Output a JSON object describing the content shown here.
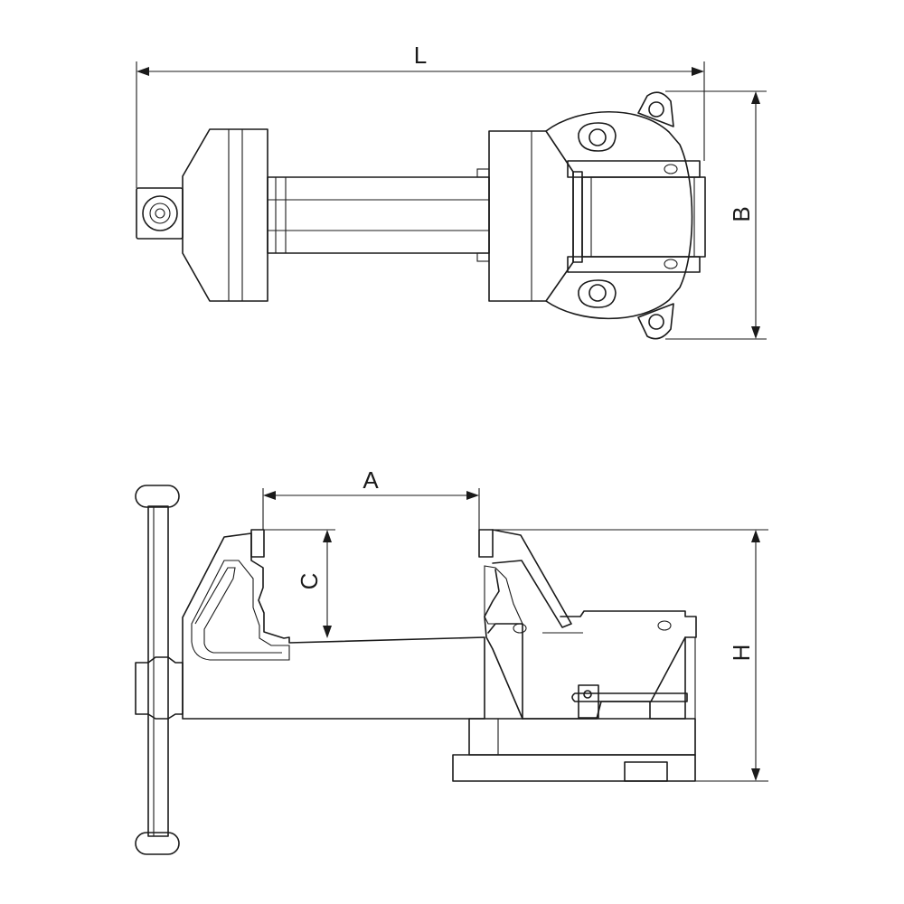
{
  "dimensions": {
    "length_label": "L",
    "width_label": "B",
    "jaw_opening_label": "A",
    "throat_depth_label": "C",
    "height_label": "H"
  }
}
